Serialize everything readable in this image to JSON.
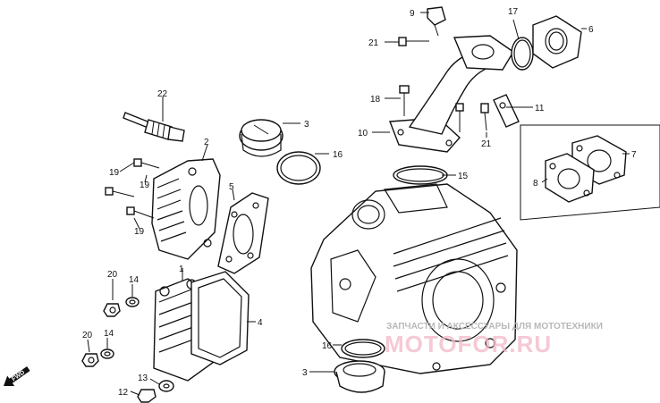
{
  "diagram": {
    "callouts": [
      {
        "id": "c9",
        "text": "9"
      },
      {
        "id": "c21a",
        "text": "21"
      },
      {
        "id": "c17",
        "text": "17"
      },
      {
        "id": "c6",
        "text": "6"
      },
      {
        "id": "c22",
        "text": "22"
      },
      {
        "id": "c3a",
        "text": "3"
      },
      {
        "id": "c18",
        "text": "18"
      },
      {
        "id": "c11",
        "text": "11"
      },
      {
        "id": "c10",
        "text": "10"
      },
      {
        "id": "c21b",
        "text": "21"
      },
      {
        "id": "c2",
        "text": "2"
      },
      {
        "id": "c16a",
        "text": "16"
      },
      {
        "id": "c7",
        "text": "7"
      },
      {
        "id": "c19a",
        "text": "19"
      },
      {
        "id": "c19b",
        "text": "19"
      },
      {
        "id": "c15",
        "text": "15"
      },
      {
        "id": "c8",
        "text": "8"
      },
      {
        "id": "c5",
        "text": "5"
      },
      {
        "id": "c19c",
        "text": "19"
      },
      {
        "id": "c1",
        "text": "1"
      },
      {
        "id": "c20a",
        "text": "20"
      },
      {
        "id": "c14a",
        "text": "14"
      },
      {
        "id": "c4",
        "text": "4"
      },
      {
        "id": "c20b",
        "text": "20"
      },
      {
        "id": "c14b",
        "text": "14"
      },
      {
        "id": "c16b",
        "text": "16"
      },
      {
        "id": "c3b",
        "text": "3"
      },
      {
        "id": "c13",
        "text": "13"
      },
      {
        "id": "c12",
        "text": "12"
      }
    ],
    "direction_marker": "FWD",
    "watermark": {
      "caption": "ЗАПЧАСТИ И АКСЕССУАРЫ ДЛЯ МОТОТЕХНИКИ",
      "brand": "MOTOFOR.RU"
    }
  }
}
